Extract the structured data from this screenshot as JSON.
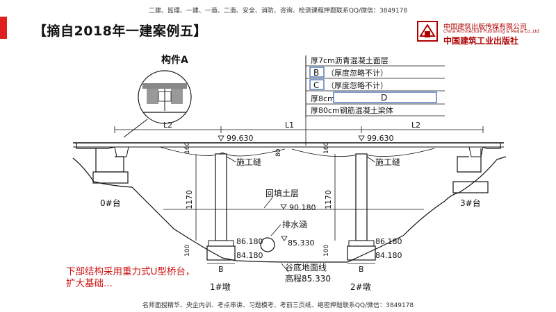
{
  "header": {
    "top_note": "二建、监理、一建、一造、二造、安全、消防、咨询、检测课程押题联系QQ/微信：3849178",
    "title": "【摘自2018年一建案例五】"
  },
  "logo": {
    "cn_name": "中国建筑出版传媒有限公司",
    "en_name": "China Architecture Publishing & Media Co.,Ltd",
    "cn_name2": "中国建筑工业出版社"
  },
  "diagram": {
    "component_label": "构件A",
    "layers": [
      {
        "label": "厚7cm沥青混凝土面层"
      },
      {
        "box": "B",
        "label": "（厚度忽略不计）"
      },
      {
        "box": "C",
        "label": "（厚度忽略不计）"
      },
      {
        "prefix": "厚8cm",
        "box": "D"
      },
      {
        "label": "厚80cm钢筋混凝土梁体"
      }
    ],
    "spans": {
      "left": "L2",
      "middle": "L1",
      "right": "L2"
    },
    "deck_elevation": "99.630",
    "dims": {
      "girder_left": "160",
      "girder_mid": "80",
      "girder_right": "160",
      "pier_height": "1170",
      "footing": "100"
    },
    "construction_joint": "施工缝",
    "backfill": "回填土层",
    "water_level": "90.180",
    "drain": "排水涵",
    "elevations": {
      "left_top": "86.180",
      "left_bottom": "84.180",
      "center": "85.330",
      "right_top": "86.180",
      "right_bottom": "84.180"
    },
    "valley_line": "谷底地面线",
    "valley_elevation": "高程85.330",
    "abutments": {
      "left": "0#台",
      "right": "3#台"
    },
    "piers": {
      "left": "1#墩",
      "right": "2#墩"
    },
    "footing_width": "B"
  },
  "note": {
    "line1": "下部结构采用重力式U型桥台，",
    "line2": "扩大基础..."
  },
  "footer": {
    "bottom_note": "名师面授精华、央企内训、考点串讲、习题模考、考前三页纸、绝密押题联系QQ/微信：3849178"
  },
  "colors": {
    "accent": "#e02020",
    "box_border": "#2a5db0",
    "brand": "#b00000"
  }
}
